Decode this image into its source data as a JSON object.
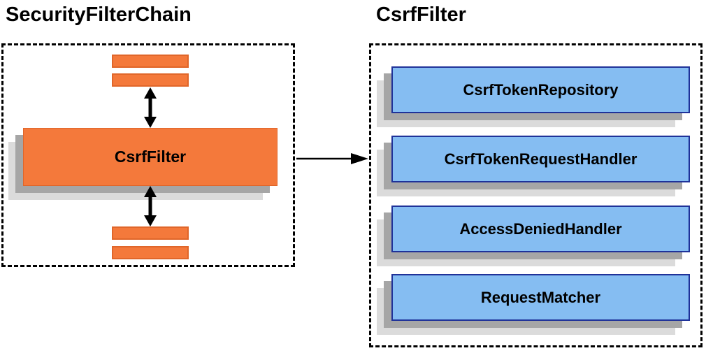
{
  "left_panel": {
    "title": "SecurityFilterChain",
    "filter_box_label": "CsrfFilter"
  },
  "right_panel": {
    "title": "CsrfFilter",
    "components": [
      {
        "label": "CsrfTokenRepository"
      },
      {
        "label": "CsrfTokenRequestHandler"
      },
      {
        "label": "AccessDeniedHandler"
      },
      {
        "label": "RequestMatcher"
      }
    ]
  },
  "colors": {
    "orange_fill": "#F4793B",
    "orange_border": "#E0662A",
    "blue_fill": "#85BDF2",
    "blue_border": "#1F3299",
    "shadow_dark": "#A6A6A6",
    "shadow_light": "#DBDBDB",
    "arrow": "#000000"
  }
}
